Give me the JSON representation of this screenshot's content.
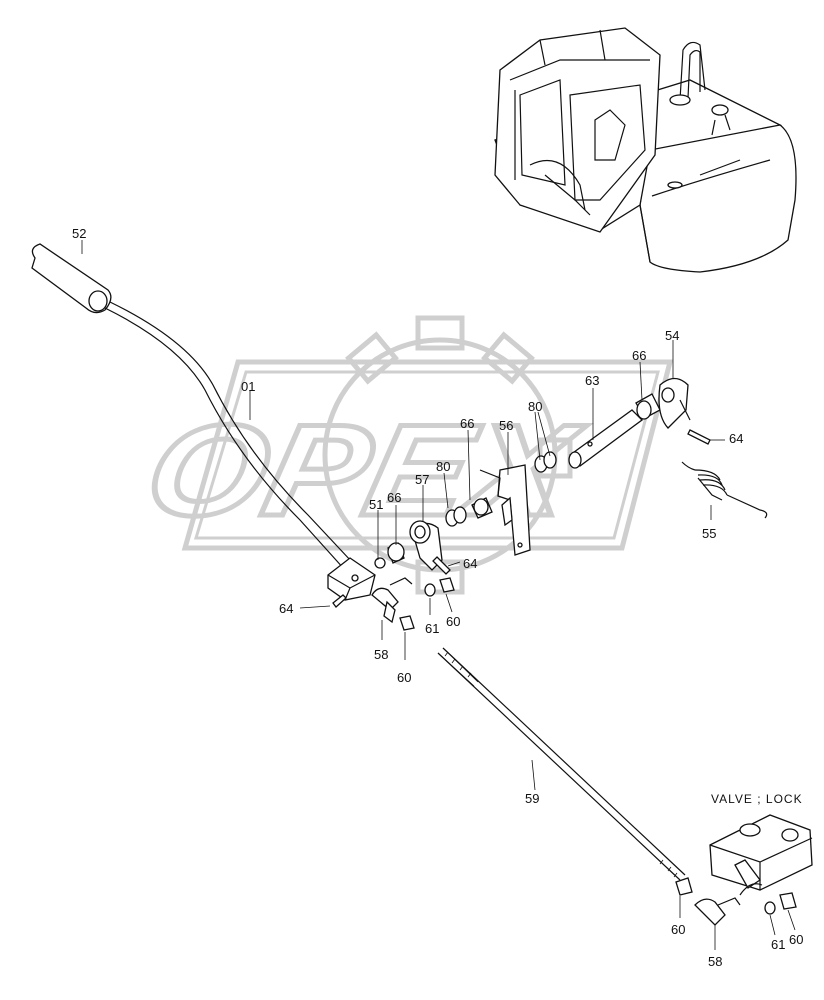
{
  "watermark": {
    "text": "OPEX"
  },
  "section_title": "VALVE ; LOCK",
  "callouts": {
    "c52": "52",
    "c01": "01",
    "c51": "51",
    "c66a": "66",
    "c57": "57",
    "c80a": "80",
    "c66b": "66",
    "c56": "56",
    "c80b": "80",
    "c63": "63",
    "c66c": "66",
    "c54": "54",
    "c64a": "64",
    "c55": "55",
    "c64b": "64",
    "c64c": "64",
    "c58a": "58",
    "c60a": "60",
    "c61a": "61",
    "c60b": "60",
    "c59": "59",
    "c60c": "60",
    "c58b": "58",
    "c61b": "61",
    "c60d": "60"
  },
  "colors": {
    "line": "#111111",
    "watermark": "#cfcfcf",
    "background": "#ffffff"
  }
}
